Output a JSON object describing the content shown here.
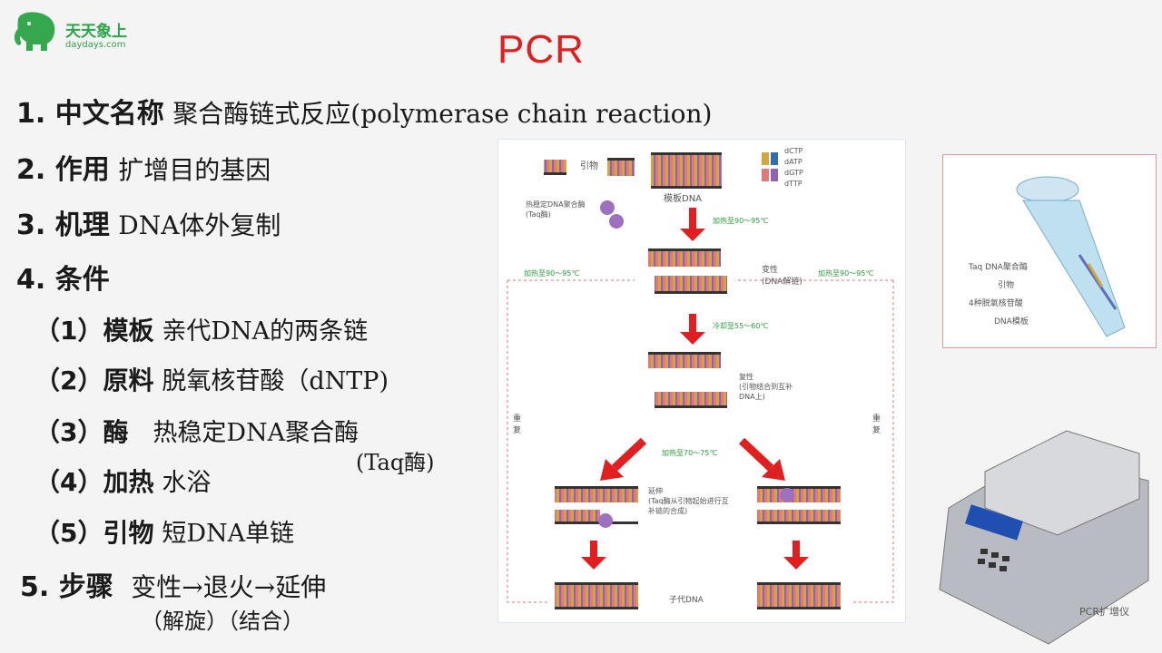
{
  "logo": {
    "name": "天天象上",
    "sub": "daydays.com"
  },
  "title": "PCR",
  "items": [
    {
      "label": "1. 中文名称",
      "text": "聚合酶链式反应(polymerase chain reaction)"
    },
    {
      "label": "2. 作用",
      "text": "扩增目的基因"
    },
    {
      "label": "3. 机理",
      "text": "DNA体外复制"
    },
    {
      "label": "4. 条件",
      "text": ""
    },
    {
      "label": "5. 步骤",
      "text": "变性→退火→延伸"
    }
  ],
  "conditions": [
    {
      "label": "（1）模板",
      "text": "亲代DNA的两条链"
    },
    {
      "label": "（2）原料",
      "text": "脱氧核苷酸（dNTP)"
    },
    {
      "label": "（3）酶",
      "text": "热稳定DNA聚合酶"
    },
    {
      "label": "（4）加热",
      "text": "水浴"
    },
    {
      "label": "（5）引物",
      "text": "短DNA单链"
    }
  ],
  "enzyme_note": "(Taq酶)",
  "steps_note": "（解旋）（结合）",
  "diagram": {
    "primer": "引物",
    "template": "模板DNA",
    "dntps": [
      "dCTP",
      "dATP",
      "dGTP",
      "dTTP"
    ],
    "polymerase": "热稳定DNA聚合酶(Taq酶)",
    "denature": "变性\n(DNA解链)",
    "anneal": "复性\n(引物结合到互补DNA上)",
    "extend": "延伸\n(Taq酶从引物起始进行互补链的合成)",
    "repeat": "重复",
    "daughter": "子代DNA",
    "temp1": "加热至90～95℃",
    "temp2": "冷却至55～60℃",
    "temp3": "加热至70～75℃"
  },
  "tube_labels": [
    "Taq DNA聚合酶",
    "引物",
    "4种脱氧核苷酸",
    "DNA模板"
  ],
  "machine_label": "PCR扩增仪",
  "colors": {
    "title": "#e01f1f",
    "logo": "#2fa44a",
    "arrow": "#e02020",
    "green_label": "#2d9b3b"
  }
}
